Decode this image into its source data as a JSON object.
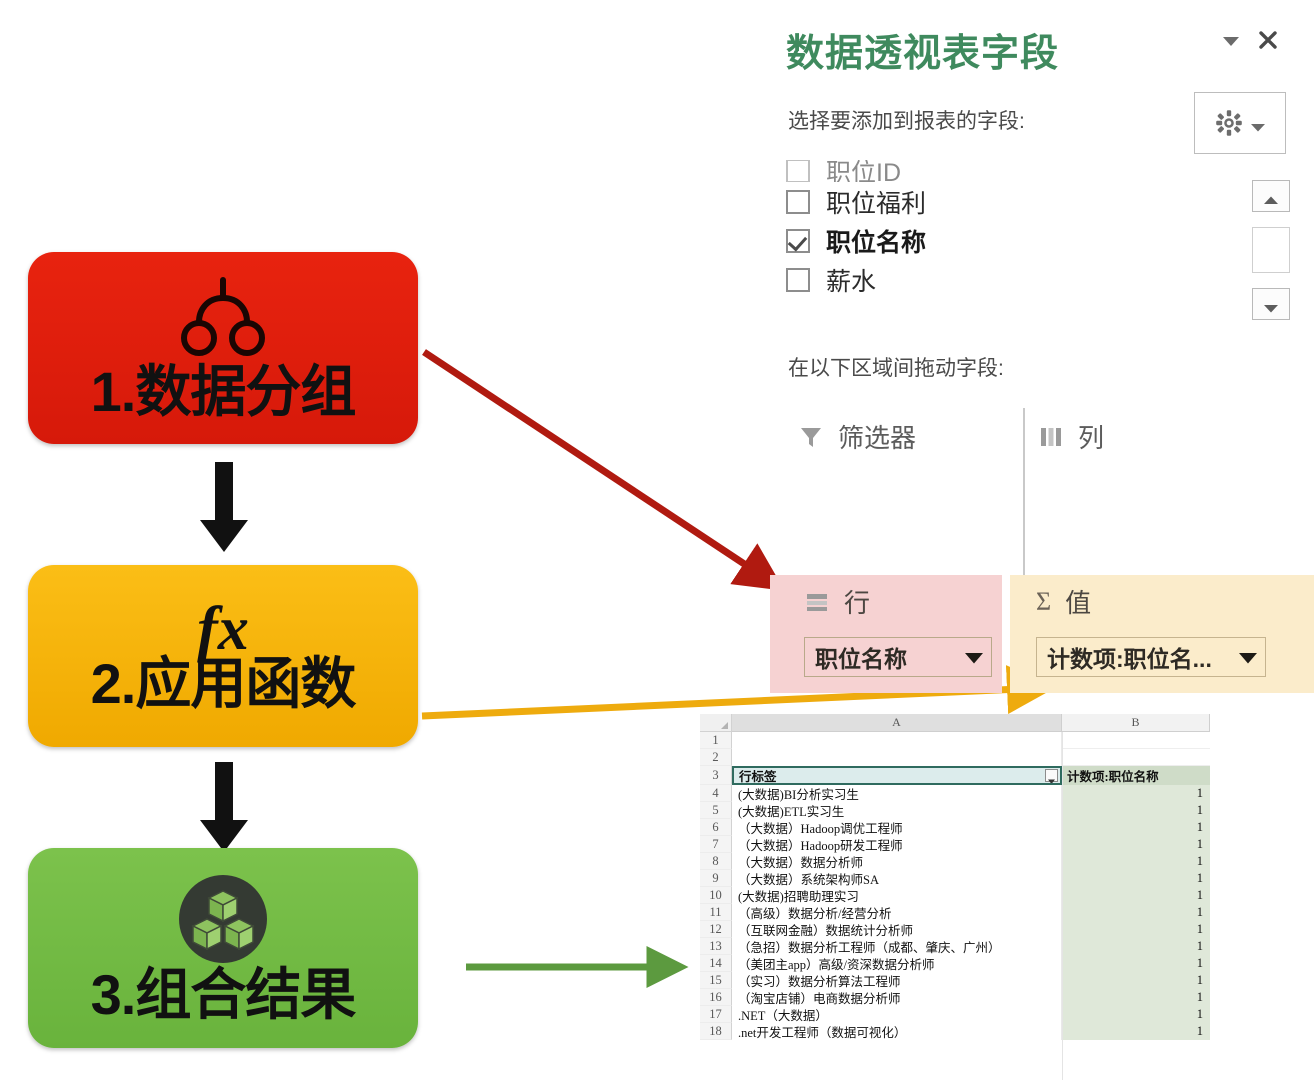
{
  "flow": {
    "steps": [
      {
        "id": "step-1",
        "label": "1.数据分组",
        "icon": "grouping-icon",
        "color": "#e01b0c"
      },
      {
        "id": "step-2",
        "label": "2.应用函数",
        "icon": "fx-icon",
        "glyph": "fx",
        "color": "#f5b411"
      },
      {
        "id": "step-3",
        "label": "3.组合结果",
        "icon": "cubes-icon",
        "color": "#73bc44"
      }
    ],
    "connectors": {
      "down_arrow_1": "arrow-down",
      "down_arrow_2": "arrow-down",
      "red_arrow": "arrow-to-rows-area",
      "yellow_arrow": "arrow-to-values-area",
      "green_arrow": "arrow-to-spreadsheet"
    },
    "colors": {
      "red": "#e01b0c",
      "yellow": "#f5b411",
      "green": "#73bc44",
      "red_arrow": "#b01a10",
      "yellow_arrow": "#eeab0e",
      "green_arrow": "#5c9a3f"
    }
  },
  "pivot": {
    "title": "数据透视表字段",
    "title_color": "#3f8a5e",
    "header_buttons": {
      "dropdown": "chevron-down-icon",
      "close": "close-icon"
    },
    "subtitle": "选择要添加到报表的字段:",
    "tools_button": {
      "icon": "gear-icon",
      "caret": "chevron-down-icon"
    },
    "fields": [
      {
        "label": "职位ID",
        "checked": false,
        "clipped": true
      },
      {
        "label": "职位福利",
        "checked": false,
        "clipped": false
      },
      {
        "label": "职位名称",
        "checked": true,
        "clipped": false
      },
      {
        "label": "薪水",
        "checked": false,
        "clipped": false
      }
    ],
    "scrollbar": {
      "up": "scroll-up-icon",
      "down": "scroll-down-icon"
    },
    "drag_label": "在以下区域间拖动字段:",
    "areas": [
      {
        "id": "filters",
        "name": "筛选器",
        "icon": "filter-icon",
        "items": []
      },
      {
        "id": "columns",
        "name": "列",
        "icon": "columns-icon",
        "items": []
      },
      {
        "id": "rows",
        "name": "行",
        "icon": "rows-icon",
        "highlight": "#f6d2d2",
        "items": [
          {
            "label": "职位名称",
            "caret": "chevron-down-icon"
          }
        ]
      },
      {
        "id": "values",
        "name": "值",
        "icon": "sigma-icon",
        "glyph": "Σ",
        "highlight": "#fbeccb",
        "items": [
          {
            "label": "计数项:职位名...",
            "caret": "chevron-down-icon"
          }
        ]
      }
    ]
  },
  "sheet": {
    "column_headers": [
      "A",
      "B"
    ],
    "header_row_number": "3",
    "header_cells": {
      "a": "行标签",
      "b": "计数项:职位名称",
      "filter_icon": "filter-dropdown-icon"
    },
    "blank_rows": [
      "1",
      "2"
    ],
    "rows": [
      {
        "n": "4",
        "a": "(大数据)BI分析实习生",
        "b": "1"
      },
      {
        "n": "5",
        "a": "(大数据)ETL实习生",
        "b": "1"
      },
      {
        "n": "6",
        "a": "（大数据）Hadoop调优工程师",
        "b": "1"
      },
      {
        "n": "7",
        "a": "（大数据）Hadoop研发工程师",
        "b": "1"
      },
      {
        "n": "8",
        "a": "（大数据）数据分析师",
        "b": "1"
      },
      {
        "n": "9",
        "a": "（大数据）系统架构师SA",
        "b": "1"
      },
      {
        "n": "10",
        "a": "(大数据)招聘助理实习",
        "b": "1"
      },
      {
        "n": "11",
        "a": "（高级）数据分析/经营分析",
        "b": "1"
      },
      {
        "n": "12",
        "a": "（互联网金融）数据统计分析师",
        "b": "1"
      },
      {
        "n": "13",
        "a": "（急招）数据分析工程师（成都、肇庆、广州）",
        "b": "1"
      },
      {
        "n": "14",
        "a": "（美团主app）高级/资深数据分析师",
        "b": "1"
      },
      {
        "n": "15",
        "a": "（实习）数据分析算法工程师",
        "b": "1"
      },
      {
        "n": "16",
        "a": "（淘宝店铺）电商数据分析师",
        "b": "1"
      },
      {
        "n": "17",
        "a": ".NET（大数据）",
        "b": "1"
      },
      {
        "n": "18",
        "a": ".net开发工程师（数据可视化）",
        "b": "1"
      }
    ]
  }
}
